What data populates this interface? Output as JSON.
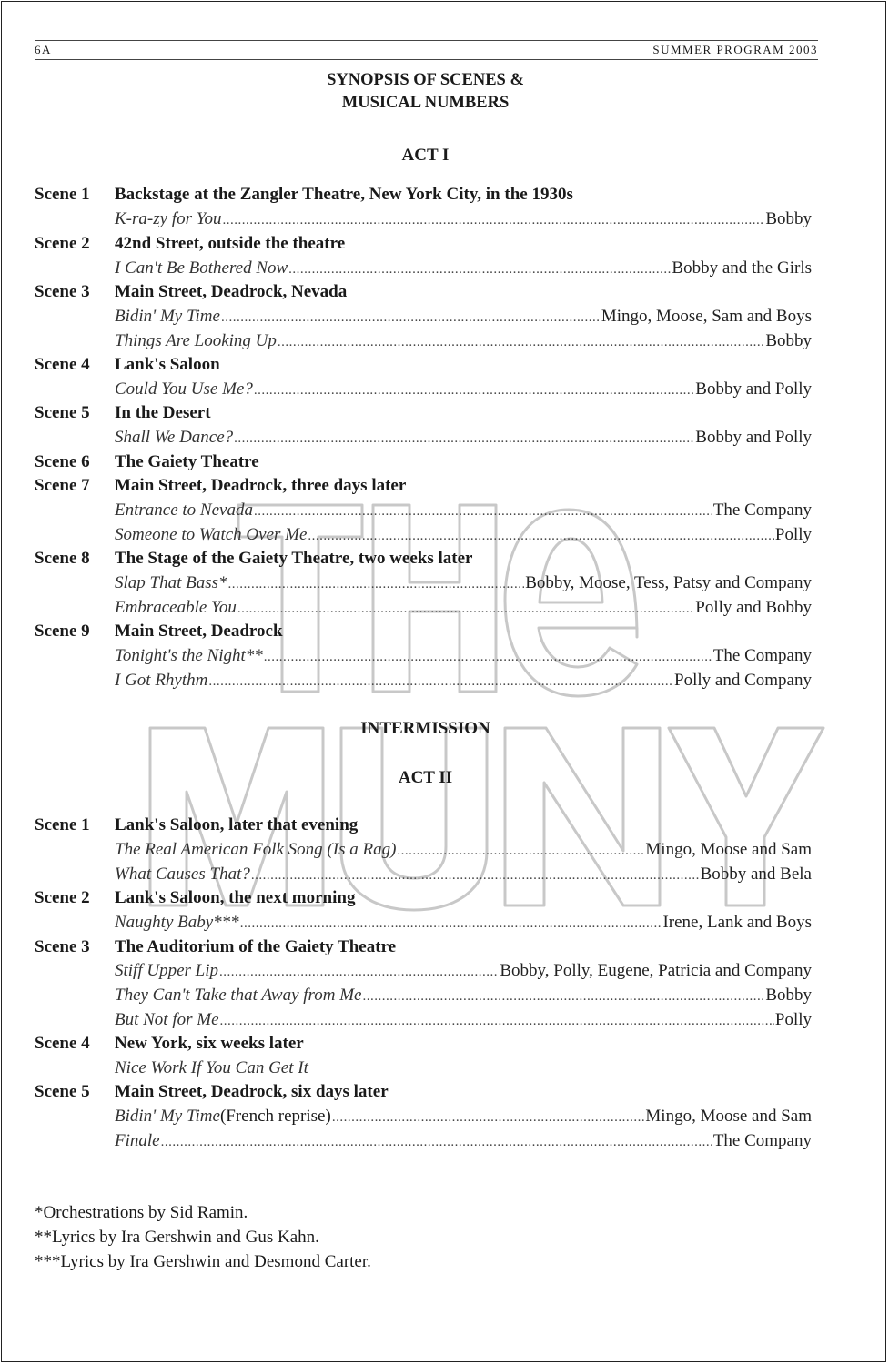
{
  "header": {
    "page": "6A",
    "program": "SUMMER PROGRAM 2003"
  },
  "title": {
    "line1": "SYNOPSIS OF SCENES &",
    "line2": "MUSICAL NUMBERS"
  },
  "watermark_text": "The MUNY",
  "acts": [
    {
      "heading": "ACT I",
      "scenes": [
        {
          "label": "Scene 1",
          "desc": "Backstage at the Zangler Theatre, New York City, in the 1930s",
          "songs": [
            {
              "title": "K-ra-zy for You",
              "performers": "Bobby"
            }
          ]
        },
        {
          "label": "Scene 2",
          "desc": "42nd Street, outside the theatre",
          "songs": [
            {
              "title": "I Can't Be Bothered Now",
              "performers": "Bobby and the Girls"
            }
          ]
        },
        {
          "label": "Scene 3",
          "desc": "Main Street, Deadrock, Nevada",
          "songs": [
            {
              "title": "Bidin' My Time",
              "performers": "Mingo, Moose, Sam and Boys"
            },
            {
              "title": "Things Are Looking Up",
              "performers": "Bobby"
            }
          ]
        },
        {
          "label": "Scene 4",
          "desc": "Lank's Saloon",
          "songs": [
            {
              "title": "Could You Use Me?",
              "performers": "Bobby and Polly"
            }
          ]
        },
        {
          "label": "Scene 5",
          "desc": "In the Desert",
          "songs": [
            {
              "title": "Shall We Dance?",
              "performers": "Bobby and Polly"
            }
          ]
        },
        {
          "label": "Scene 6",
          "desc": "The Gaiety Theatre",
          "songs": []
        },
        {
          "label": "Scene 7",
          "desc": "Main Street, Deadrock, three days later",
          "songs": [
            {
              "title": "Entrance to Nevada",
              "performers": "The Company"
            },
            {
              "title": "Someone to Watch Over Me",
              "performers": "Polly"
            }
          ]
        },
        {
          "label": "Scene 8",
          "desc": "The Stage of the Gaiety Theatre, two weeks later",
          "songs": [
            {
              "title": "Slap That Bass*",
              "performers": "Bobby, Moose, Tess, Patsy and Company"
            },
            {
              "title": "Embraceable You",
              "performers": "Polly and Bobby"
            }
          ]
        },
        {
          "label": "Scene 9",
          "desc": "Main Street, Deadrock",
          "songs": [
            {
              "title": "Tonight's the Night**",
              "performers": "The Company"
            },
            {
              "title": "I Got Rhythm",
              "performers": "Polly and Company"
            }
          ]
        }
      ]
    },
    {
      "heading": "ACT II",
      "scenes": [
        {
          "label": "Scene 1",
          "desc": "Lank's Saloon, later that evening",
          "songs": [
            {
              "title": "The Real American Folk Song (Is a Rag)",
              "performers": "Mingo, Moose and Sam"
            },
            {
              "title": "What Causes That?",
              "performers": "Bobby and Bela"
            }
          ]
        },
        {
          "label": "Scene 2",
          "desc": "Lank's Saloon, the next morning",
          "songs": [
            {
              "title": "Naughty Baby***",
              "performers": "Irene, Lank and Boys"
            }
          ]
        },
        {
          "label": "Scene 3",
          "desc": "The Auditorium of the Gaiety Theatre",
          "songs": [
            {
              "title": "Stiff Upper Lip",
              "performers": "Bobby, Polly, Eugene, Patricia and Company"
            },
            {
              "title": "They Can't Take that Away from Me",
              "performers": "Bobby"
            },
            {
              "title": "But Not for Me",
              "performers": "Polly"
            }
          ]
        },
        {
          "label": "Scene 4",
          "desc": "New York, six weeks later",
          "songs": [
            {
              "title": "Nice Work If You Can Get It",
              "performers": ""
            }
          ]
        },
        {
          "label": "Scene 5",
          "desc": "Main Street, Deadrock, six days later",
          "songs": [
            {
              "title": "Bidin' My Time",
              "note": " (French reprise)",
              "performers": "Mingo, Moose and Sam"
            },
            {
              "title": "Finale",
              "performers": "The Company"
            }
          ]
        }
      ]
    }
  ],
  "intermission": "INTERMISSION",
  "footnotes": [
    "*Orchestrations by Sid Ramin.",
    "**Lyrics by Ira Gershwin and Gus Kahn.",
    "***Lyrics by Ira Gershwin and Desmond Carter."
  ]
}
